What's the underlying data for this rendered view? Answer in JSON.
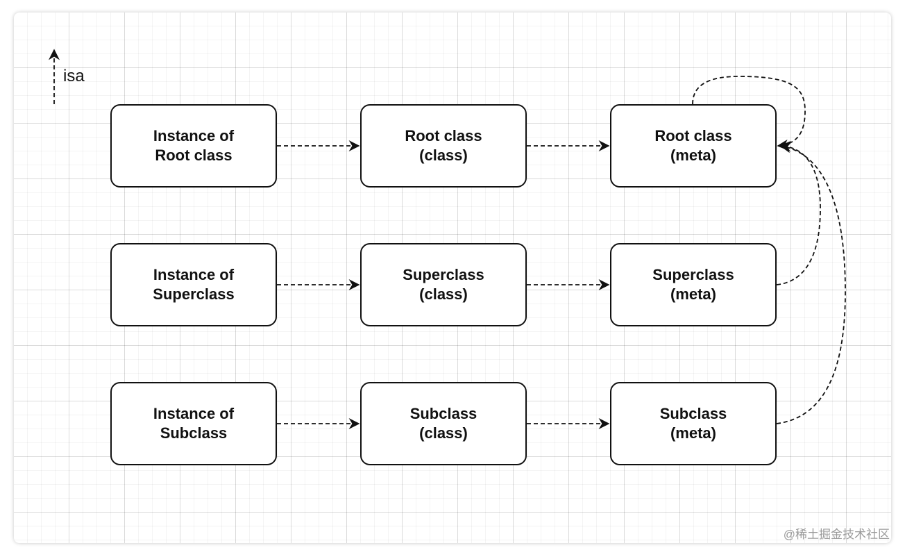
{
  "legend": {
    "label": "isa",
    "icon": "dashed-up-arrow-icon"
  },
  "nodes": {
    "instance_root": {
      "line1": "Instance of",
      "line2": "Root class"
    },
    "root_class": {
      "line1": "Root class",
      "line2": "(class)"
    },
    "root_meta": {
      "line1": "Root class",
      "line2": "(meta)"
    },
    "instance_super": {
      "line1": "Instance of",
      "line2": "Superclass"
    },
    "super_class": {
      "line1": "Superclass",
      "line2": "(class)"
    },
    "super_meta": {
      "line1": "Superclass",
      "line2": "(meta)"
    },
    "instance_sub": {
      "line1": "Instance of",
      "line2": "Subclass"
    },
    "sub_class": {
      "line1": "Subclass",
      "line2": "(class)"
    },
    "sub_meta": {
      "line1": "Subclass",
      "line2": "(meta)"
    }
  },
  "edges": [
    {
      "from": "instance_root",
      "to": "root_class"
    },
    {
      "from": "root_class",
      "to": "root_meta"
    },
    {
      "from": "instance_super",
      "to": "super_class"
    },
    {
      "from": "super_class",
      "to": "super_meta"
    },
    {
      "from": "instance_sub",
      "to": "sub_class"
    },
    {
      "from": "sub_class",
      "to": "sub_meta"
    },
    {
      "from": "root_meta",
      "to": "root_meta"
    },
    {
      "from": "super_meta",
      "to": "root_meta"
    },
    {
      "from": "sub_meta",
      "to": "root_meta"
    }
  ],
  "watermark": "@稀土掘金技术社区",
  "colors": {
    "stroke": "#111111",
    "grid": "#e6e6e6",
    "watermark": "#9a9a9a"
  }
}
